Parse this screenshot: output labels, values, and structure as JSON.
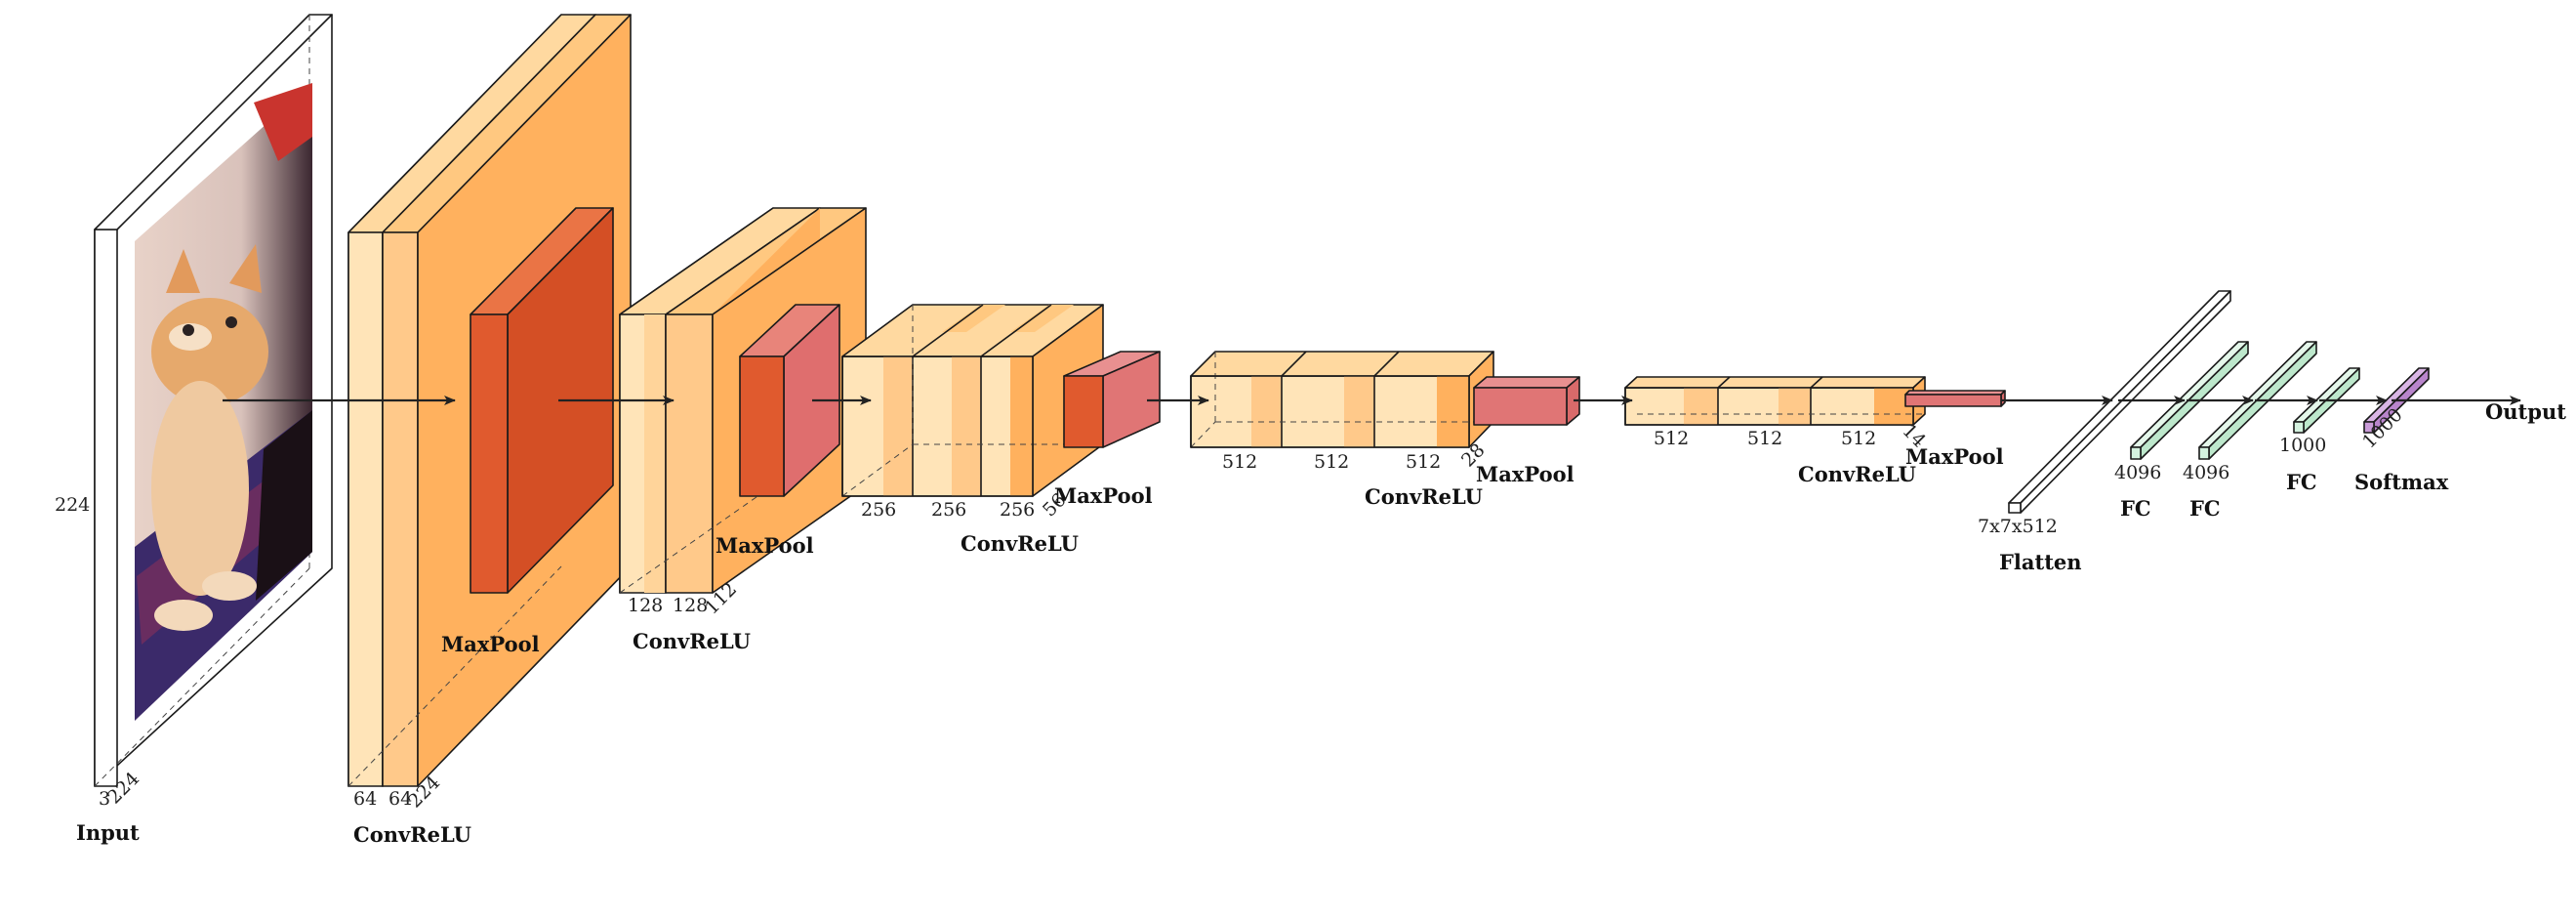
{
  "diagram": {
    "layers": {
      "input": {
        "label": "Input",
        "dims": [
          "224",
          "3",
          "224"
        ]
      },
      "conv1": {
        "label": "ConvReLU",
        "dims": [
          "64",
          "64",
          "224"
        ]
      },
      "pool1": {
        "label": "MaxPool"
      },
      "conv2": {
        "label": "ConvReLU",
        "dims": [
          "128",
          "128",
          "112"
        ]
      },
      "pool2": {
        "label": "MaxPool"
      },
      "conv3": {
        "label": "ConvReLU",
        "dims": [
          "256",
          "256",
          "256",
          "56"
        ]
      },
      "pool3": {
        "label": "MaxPool"
      },
      "conv4": {
        "label": "ConvReLU",
        "dims": [
          "512",
          "512",
          "512",
          "28"
        ]
      },
      "pool4": {
        "label": "MaxPool"
      },
      "conv5": {
        "label": "ConvReLU",
        "dims": [
          "512",
          "512",
          "512",
          "14"
        ]
      },
      "pool5": {
        "label": "MaxPool"
      },
      "flatten": {
        "label": "Flatten",
        "dims": [
          "7x7x512"
        ]
      },
      "fc1": {
        "label": "FC",
        "dims": [
          "4096"
        ]
      },
      "fc2": {
        "label": "FC",
        "dims": [
          "4096"
        ]
      },
      "fc3": {
        "label": "FC",
        "dims": [
          "1000"
        ]
      },
      "softmax": {
        "label": "Softmax",
        "dims": [
          "1000"
        ]
      },
      "output": {
        "label": "Output"
      }
    },
    "colors": {
      "conv_light": "#FFE4B8",
      "conv_dark": "#FFB15E",
      "pool": "#E05A2E",
      "pool_small": "#E07575",
      "fc": "#D4F2DF",
      "softmax": "#C99BD8"
    },
    "input_image": "kitten-photo"
  }
}
